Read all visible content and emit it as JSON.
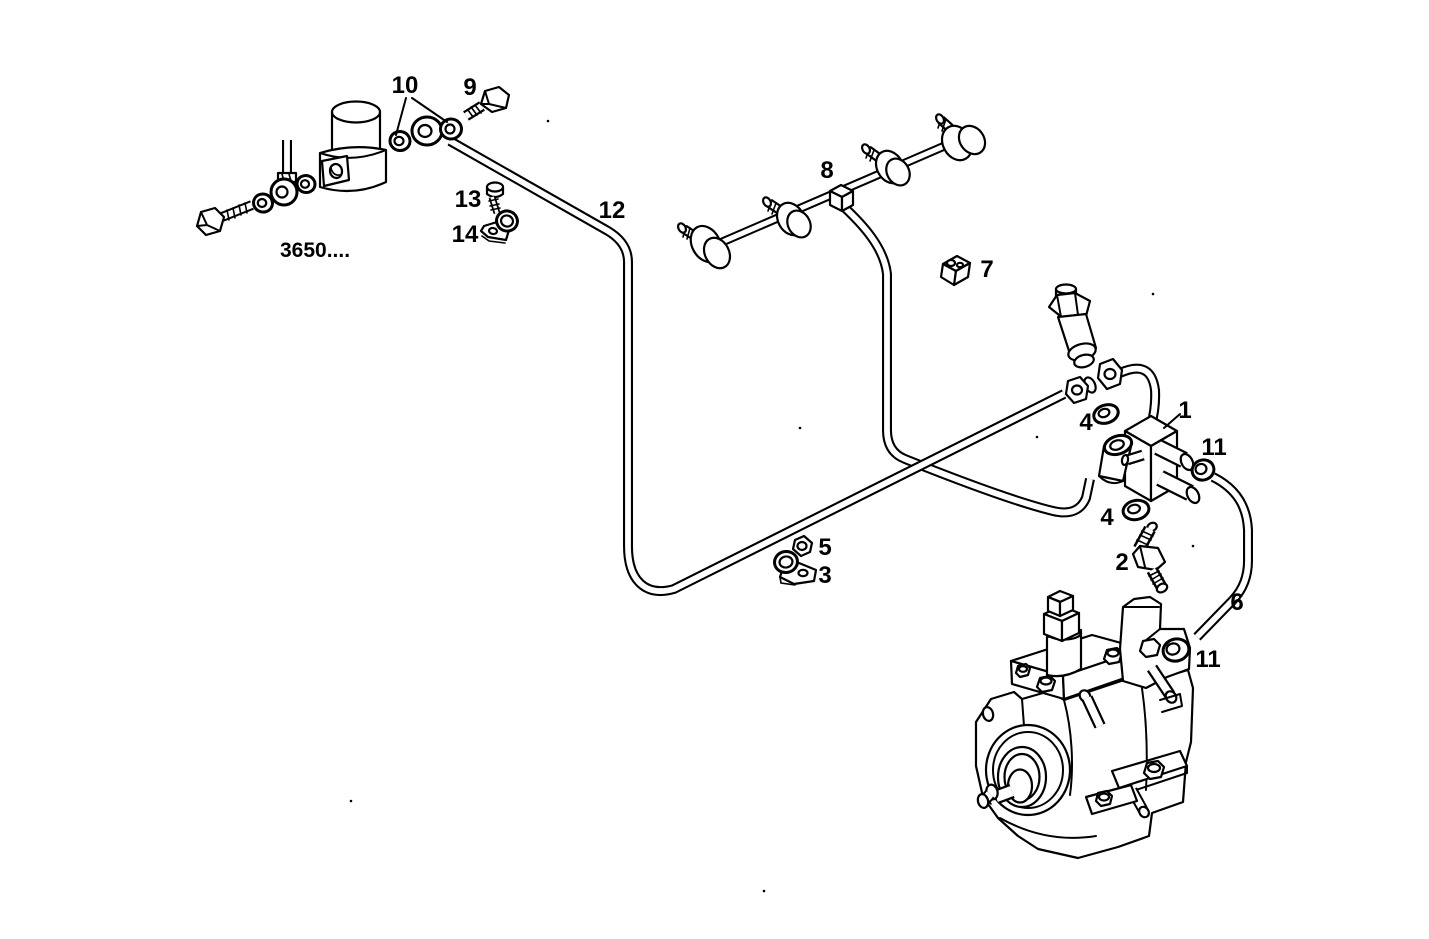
{
  "colors": {
    "ink": "#000000",
    "background": "#ffffff"
  },
  "diagram": {
    "caption": "3650....",
    "callouts": [
      {
        "id": "callout-10",
        "label": "10"
      },
      {
        "id": "callout-9",
        "label": "9"
      },
      {
        "id": "callout-13",
        "label": "13"
      },
      {
        "id": "callout-14",
        "label": "14"
      },
      {
        "id": "callout-12",
        "label": "12"
      },
      {
        "id": "callout-8",
        "label": "8"
      },
      {
        "id": "callout-7",
        "label": "7"
      },
      {
        "id": "callout-1",
        "label": "1"
      },
      {
        "id": "callout-4-upper",
        "label": "4"
      },
      {
        "id": "callout-11-upper",
        "label": "11"
      },
      {
        "id": "callout-4-lower",
        "label": "4"
      },
      {
        "id": "callout-2",
        "label": "2"
      },
      {
        "id": "callout-5",
        "label": "5"
      },
      {
        "id": "callout-3",
        "label": "3"
      },
      {
        "id": "callout-6",
        "label": "6"
      },
      {
        "id": "callout-11-lower",
        "label": "11"
      }
    ]
  }
}
